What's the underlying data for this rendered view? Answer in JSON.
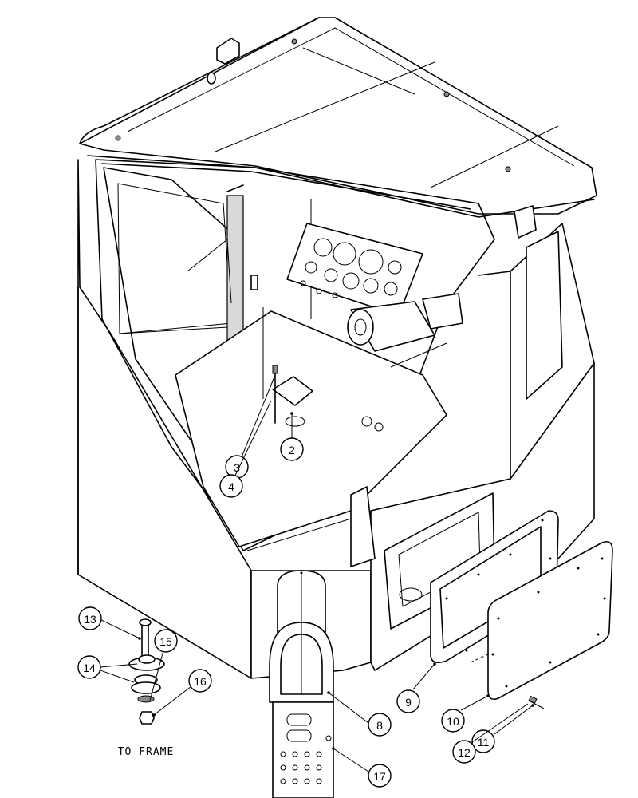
{
  "callouts": [
    {
      "label": "2"
    },
    {
      "label": "3"
    },
    {
      "label": "4"
    },
    {
      "label": "8"
    },
    {
      "label": "9"
    },
    {
      "label": "10"
    },
    {
      "label": "11"
    },
    {
      "label": "12"
    },
    {
      "label": "13"
    },
    {
      "label": "14"
    },
    {
      "label": "15"
    },
    {
      "label": "16"
    },
    {
      "label": "17"
    }
  ],
  "caption": {
    "to_frame": "TO FRAME"
  }
}
